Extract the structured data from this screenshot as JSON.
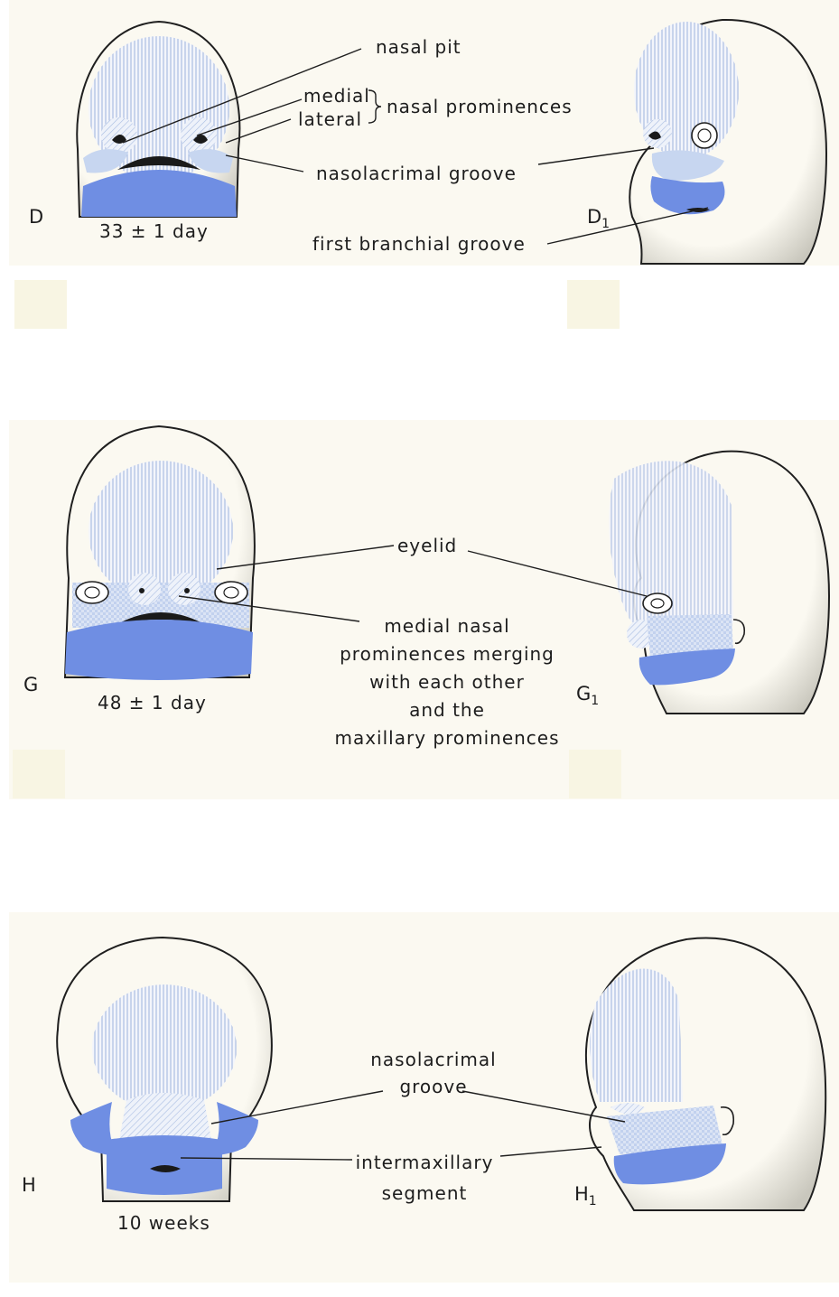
{
  "panels": {
    "d": {
      "front_letter": "D",
      "side_letter": "D",
      "side_sub": "1",
      "age": "33 ± 1 day",
      "labels": {
        "nasal_pit": "nasal pit",
        "medial": "medial",
        "lateral": "lateral",
        "nasal_prominences": "nasal prominences",
        "nasolacrimal_groove": "nasolacrimal groove",
        "first_branchial_groove": "first branchial groove"
      }
    },
    "g": {
      "front_letter": "G",
      "side_letter": "G",
      "side_sub": "1",
      "age": "48 ± 1 day",
      "labels": {
        "eyelid": "eyelid",
        "merging_1": "medial nasal",
        "merging_2": "prominences merging",
        "merging_3": "with each other",
        "merging_4": "and the",
        "merging_5": "maxillary prominences"
      }
    },
    "h": {
      "front_letter": "H",
      "side_letter": "H",
      "side_sub": "1",
      "age": "10 weeks",
      "labels": {
        "nasolacrimal_1": "nasolacrimal",
        "nasolacrimal_2": "groove",
        "intermaxillary_1": "intermaxillary",
        "intermaxillary_2": "segment"
      }
    }
  },
  "colors": {
    "mandibular": "#6f8ee3",
    "maxillary": "#c7d6f0",
    "frontonasal_lines": "#9db2dc",
    "skin": "#fbf9f1",
    "outline": "#1f1f1f"
  }
}
